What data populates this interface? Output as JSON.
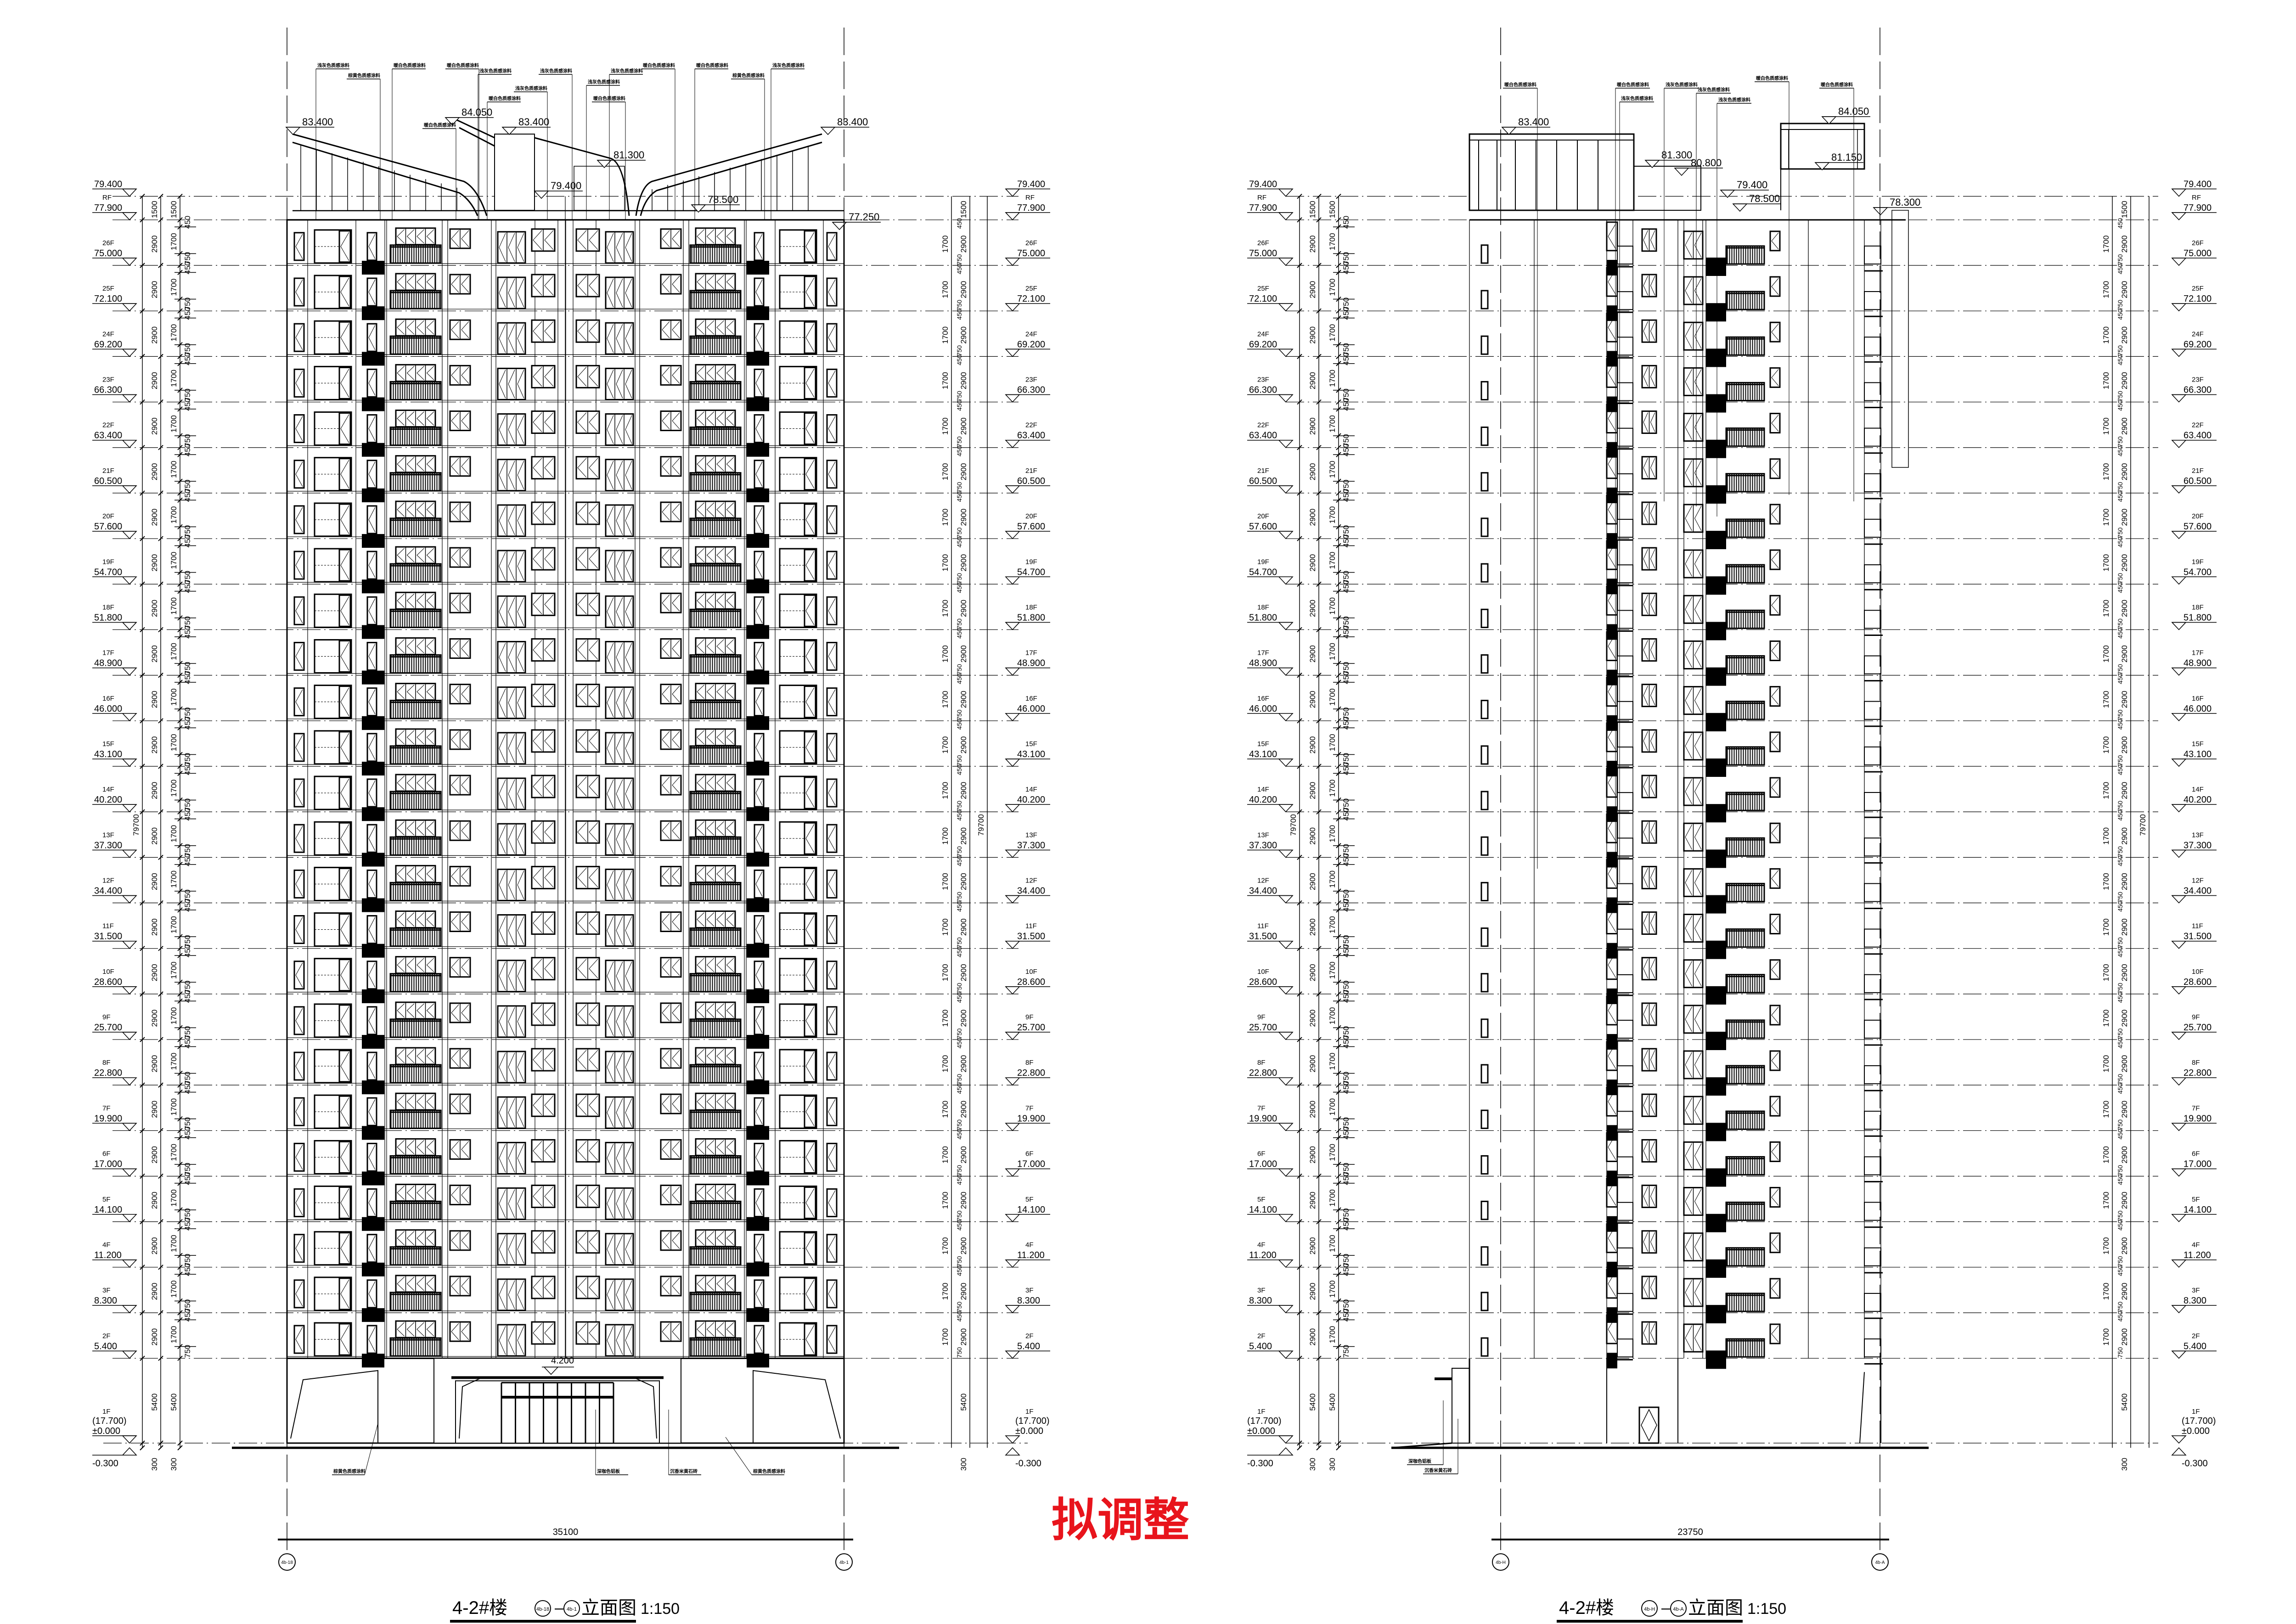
{
  "stamp": "拟调整",
  "colors": {
    "ink": "#000000",
    "stamp": "#e8141c",
    "paper": "#ffffff"
  },
  "levels": [
    {
      "floor": "2F",
      "elev": "5.400"
    },
    {
      "floor": "3F",
      "elev": "8.300"
    },
    {
      "floor": "4F",
      "elev": "11.200"
    },
    {
      "floor": "5F",
      "elev": "14.100"
    },
    {
      "floor": "6F",
      "elev": "17.000"
    },
    {
      "floor": "7F",
      "elev": "19.900"
    },
    {
      "floor": "8F",
      "elev": "22.800"
    },
    {
      "floor": "9F",
      "elev": "25.700"
    },
    {
      "floor": "10F",
      "elev": "28.600"
    },
    {
      "floor": "11F",
      "elev": "31.500"
    },
    {
      "floor": "12F",
      "elev": "34.400"
    },
    {
      "floor": "13F",
      "elev": "37.300"
    },
    {
      "floor": "14F",
      "elev": "40.200"
    },
    {
      "floor": "15F",
      "elev": "43.100"
    },
    {
      "floor": "16F",
      "elev": "46.000"
    },
    {
      "floor": "17F",
      "elev": "48.900"
    },
    {
      "floor": "18F",
      "elev": "51.800"
    },
    {
      "floor": "19F",
      "elev": "54.700"
    },
    {
      "floor": "20F",
      "elev": "57.600"
    },
    {
      "floor": "21F",
      "elev": "60.500"
    },
    {
      "floor": "22F",
      "elev": "63.400"
    },
    {
      "floor": "23F",
      "elev": "66.300"
    },
    {
      "floor": "24F",
      "elev": "69.200"
    },
    {
      "floor": "25F",
      "elev": "72.100"
    },
    {
      "floor": "26F",
      "elev": "75.000"
    },
    {
      "floor": "RF",
      "elev": "77.900"
    }
  ],
  "parapet_elev": "79.400",
  "ground": {
    "floor": "1F",
    "absolute": "(17.700)",
    "elev": "±0.000"
  },
  "grade_elev": "-0.300",
  "dims": {
    "floor": "2900",
    "window": "1700",
    "sill": "750",
    "head": "450",
    "parapet": "1500",
    "ground_floor": "5400",
    "plinth": "300",
    "total": "79700"
  },
  "views": [
    {
      "title": "4-2#楼",
      "axis_from": "4b-18",
      "axis_to": "4b-1",
      "suffix": "立面图",
      "scale": "1:150",
      "width_dim": "35100",
      "canopy_elev": "4.200",
      "roof_levels": [
        "83.400",
        "84.050",
        "83.400",
        "81.300",
        "79.400",
        "78.500",
        "83.400",
        "77.250"
      ],
      "roof_materials": [
        "浅灰色质感涂料",
        "棕黄色质感涂料",
        "暖白色质感涂料",
        "暖白色质感涂料",
        "浅灰色质感涂料",
        "浅灰色质感涂料",
        "浅灰色质感涂料",
        "浅灰色质感涂料",
        "暖白色质感涂料",
        "暖白色质感涂料",
        "浅灰色质感涂料",
        "暖白色质感涂料",
        "暖白色质感涂料",
        "棕黄色质感涂料",
        "浅灰色质感涂料",
        "暖白色质感涂料"
      ],
      "base_materials": [
        "棕黄色质感涂料",
        "深咖色铝板",
        "沉香米黄石砖",
        "棕黄色质感涂料"
      ]
    },
    {
      "title": "4-2#楼",
      "axis_from": "4b-H",
      "axis_to": "4b-A",
      "suffix": "立面图",
      "scale": "1:150",
      "width_dim": "23750",
      "roof_levels": [
        "83.400",
        "81.300",
        "80.800",
        "79.400",
        "78.500",
        "84.050",
        "81.150",
        "78.300"
      ],
      "roof_materials": [
        "暖白色质感涂料",
        "暖白色质感涂料",
        "浅灰色质感涂料",
        "浅灰色质感涂料",
        "浅灰色质感涂料",
        "浅灰色质感涂料",
        "暖白色质感涂料",
        "暖白色质感涂料"
      ],
      "base_materials": [
        "深咖色铝板",
        "沉香米黄石砖"
      ]
    }
  ]
}
